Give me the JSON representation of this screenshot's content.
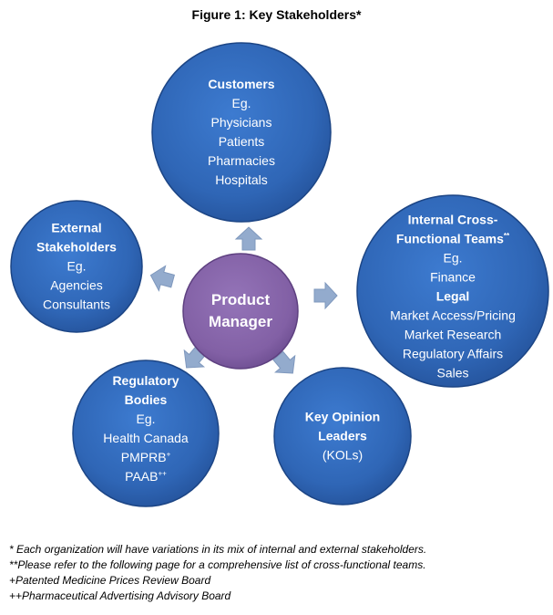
{
  "figure": {
    "title": "Figure 1: Key Stakeholders*"
  },
  "colors": {
    "stakeholder_fill": "#2f66b6",
    "stakeholder_edge": "#1c4585",
    "center_fill": "#8260a5",
    "center_edge": "#5e4080",
    "arrow_fill": "#93abcd",
    "text_on_shape": "#ffffff"
  },
  "center": {
    "line1": "Product",
    "line2": "Manager"
  },
  "customers": {
    "title": "Customers",
    "eg": "Eg.",
    "items": [
      "Physicians",
      "Patients",
      "Pharmacies",
      "Hospitals"
    ]
  },
  "internal": {
    "title_line1": "Internal Cross-",
    "title_line2": "Functional Teams",
    "title_mark": "**",
    "eg": "Eg.",
    "items": [
      "Finance",
      "Legal",
      "Market Access/Pricing",
      "Market Research",
      "Regulatory Affairs",
      "Sales"
    ]
  },
  "external": {
    "title_line1": "External",
    "title_line2": "Stakeholders",
    "eg": "Eg.",
    "items": [
      "Agencies",
      "Consultants"
    ]
  },
  "kol": {
    "title_line1": "Key Opinion",
    "title_line2": "Leaders",
    "abbr": "(KOLs)"
  },
  "regulatory": {
    "title_line1": "Regulatory",
    "title_line2": "Bodies",
    "eg": "Eg.",
    "item1": "Health Canada",
    "item2": "PMPRB",
    "item2_mark": "+",
    "item3": "PAAB",
    "item3_mark": "++"
  },
  "footnotes": [
    "* Each organization will have variations in its mix of internal and external stakeholders.",
    "**Please refer to the following page for a comprehensive list of cross-functional teams.",
    "+Patented Medicine Prices Review Board",
    "++Pharmaceutical Advertising Advisory Board"
  ]
}
